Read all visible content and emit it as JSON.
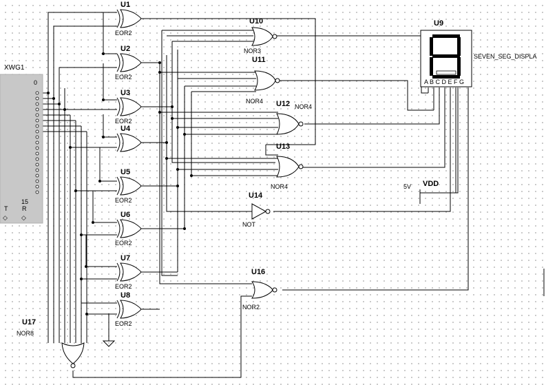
{
  "generator": {
    "ref": "XWG1",
    "first_pin": "0",
    "last_pin": "15",
    "trigger_label": "T",
    "ready_label": "R",
    "colors": {
      "body": "#c8c8c8"
    }
  },
  "gates": [
    {
      "ref": "U1",
      "type": "EOR2",
      "kind": "xor"
    },
    {
      "ref": "U2",
      "type": "EOR2",
      "kind": "xor"
    },
    {
      "ref": "U3",
      "type": "EOR2",
      "kind": "xor"
    },
    {
      "ref": "U4",
      "type": "",
      "kind": "xor"
    },
    {
      "ref": "U5",
      "type": "EOR2",
      "kind": "xor"
    },
    {
      "ref": "U6",
      "type": "EOR2",
      "kind": "xor"
    },
    {
      "ref": "U7",
      "type": "EOR2",
      "kind": "xor"
    },
    {
      "ref": "U8",
      "type": "EOR2",
      "kind": "xor"
    },
    {
      "ref": "U10",
      "type": "NOR3",
      "kind": "nor"
    },
    {
      "ref": "U11",
      "type": "NOR4",
      "kind": "nor"
    },
    {
      "ref": "U12",
      "type": "NOR4",
      "kind": "nor"
    },
    {
      "ref": "U13",
      "type": "NOR4",
      "kind": "nor"
    },
    {
      "ref": "U14",
      "type": "NOT",
      "kind": "not"
    },
    {
      "ref": "U16",
      "type": "NOR2",
      "kind": "nor"
    },
    {
      "ref": "U17",
      "type": "NOR8",
      "kind": "nor8"
    }
  ],
  "display": {
    "ref": "U9",
    "type": "SEVEN_SEG_DISPLA",
    "pins": "A B C D E F G",
    "colors": {
      "segment": "#000000"
    }
  },
  "supply": {
    "voltage": "5V",
    "name": "VDD"
  }
}
